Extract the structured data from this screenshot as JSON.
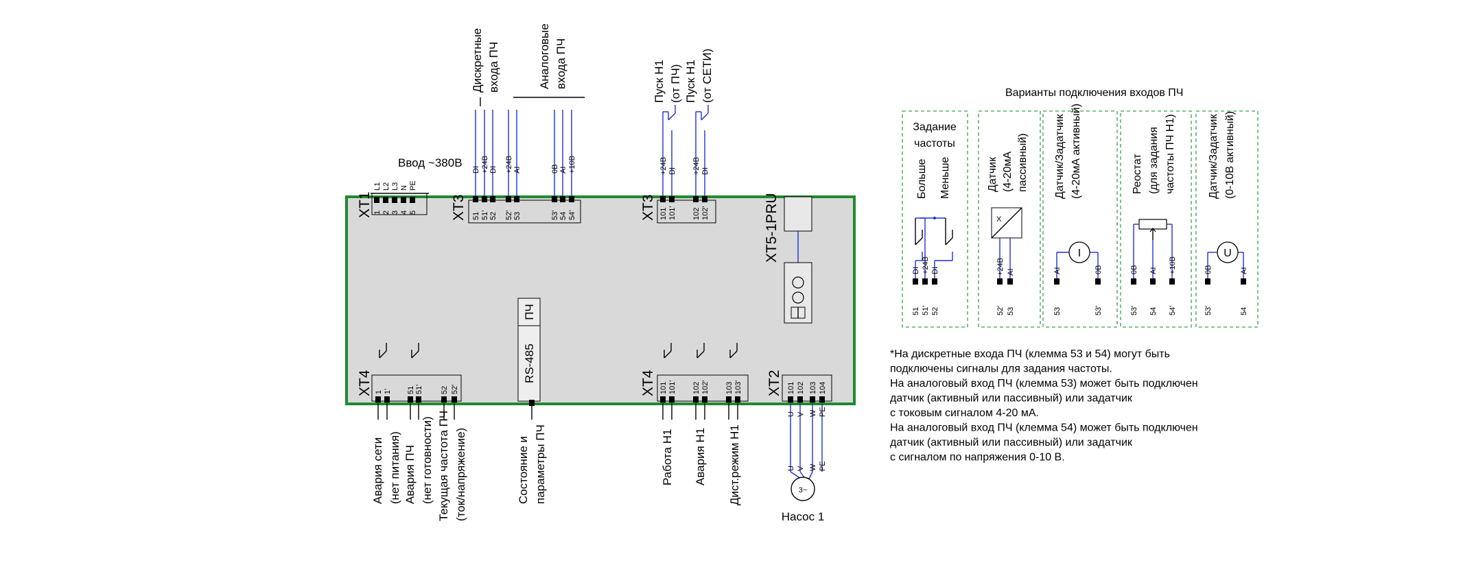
{
  "colors": {
    "main_border": "#1f8a2e",
    "main_fill": "#d9d9d9",
    "wire": "#1f2fd6",
    "variant_border": "#39a14c"
  },
  "main_block": {
    "top_groups": {
      "discrete": "Дискретные\nвхода ПЧ",
      "analog": "Аналоговые\nвхода ПЧ",
      "pusk_pch": "Пуск Н1\n(от ПЧ)",
      "pusk_seti": "Пуск Н1\n(от СЕТИ)"
    },
    "vvod_label": "Ввод ~380В",
    "connectors": {
      "xt1": "XT1",
      "xt3a": "XT3",
      "xt3b": "XT3",
      "xt4a": "XT4",
      "xt4b": "XT4",
      "xt2": "XT2",
      "xt5": "XT5-1PRU"
    },
    "xt1_signals": [
      "L1",
      "L2",
      "L3",
      "N",
      "PE"
    ],
    "xt1_terms": [
      "1",
      "2",
      "3",
      "4",
      "5"
    ],
    "xt3a_signals": [
      "DI",
      "+24В",
      "DI",
      "+24В",
      "AI",
      "0В",
      "AI",
      "+10В"
    ],
    "xt3a_terms": [
      "51",
      "51'",
      "52",
      "52'",
      "53",
      "53'",
      "54",
      "54'"
    ],
    "xt3b_signals": [
      "+24В",
      "DI",
      "+24В",
      "DI"
    ],
    "xt3b_terms": [
      "101",
      "101'",
      "102",
      "102'"
    ],
    "xt4a_terms": [
      "1",
      "1'",
      "51",
      "51'",
      "52",
      "52'"
    ],
    "xt4b_terms": [
      "101",
      "101'",
      "102",
      "102'",
      "103",
      "103'"
    ],
    "xt2_top": [
      "U",
      "V",
      "W",
      "PE"
    ],
    "xt2_terms": [
      "101",
      "102",
      "103",
      "104"
    ],
    "xt2_bottom": [
      "U",
      "V",
      "W",
      "PE"
    ],
    "pch_label": "ПЧ",
    "rs485_label": "RS-485",
    "bottom_labels": {
      "avaria_seti": "Авария сети\n(нет питания)",
      "avaria_pch": "Авария ПЧ\n(нет готовности)",
      "freq": "Текущая частота ПЧ\n(ток/напряжение)",
      "state": "Состояние и\nпараметры ПЧ",
      "rabota": "Работа Н1",
      "avaria_n1": "Авария Н1",
      "dist": "Дист.режим Н1"
    },
    "motor_symbol": "3~",
    "motor_label": "Насос 1"
  },
  "variants": {
    "title": "Варианты подключения входов ПЧ",
    "v1": {
      "title": "Задание\nчастоты",
      "more": "Больше",
      "less": "Меньше",
      "signals": [
        "DI",
        "+24В",
        "DI"
      ],
      "terms": [
        "51",
        "51'",
        "52"
      ]
    },
    "v2": {
      "title": "Датчик\n(4-20мА\nпассивный)",
      "box_symbol": "X",
      "signals": [
        "+24В",
        "AI"
      ],
      "terms": [
        "52'",
        "53"
      ]
    },
    "v3": {
      "title": "Датчик/Задатчик\n(4-20мА активный)",
      "symbol": "I",
      "signals": [
        "AI",
        "0В"
      ],
      "terms": [
        "53",
        "53'"
      ]
    },
    "v4": {
      "title": "Реостат\n(для задания\nчастоты ПЧ Н1)",
      "signals": [
        "0В",
        "AI",
        "+10В"
      ],
      "terms": [
        "53'",
        "54",
        "54'"
      ]
    },
    "v5": {
      "title": "Датчик/Задатчик\n(0-10В активный)",
      "symbol": "U",
      "signals": [
        "0В",
        "AI"
      ],
      "terms": [
        "53'",
        "54"
      ]
    }
  },
  "notes": [
    "*На дискретные входа ПЧ (клемма 53 и 54) могут быть",
    "подключены сигналы для задания частоты.",
    "На аналоговый вход ПЧ (клемма 53) может быть подключен",
    "датчик (активный или пассивный) или задатчик",
    "с токовым сигналом 4-20 мА.",
    "На аналоговый вход ПЧ (клемма 54) может быть подключен",
    "датчик (активный или пассивный) или задатчик",
    "с сигналом по напряжения 0-10 В."
  ]
}
